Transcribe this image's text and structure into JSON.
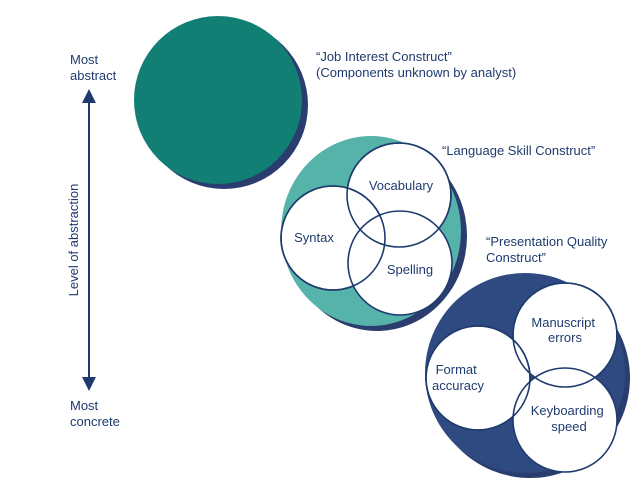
{
  "axis": {
    "top_label": [
      "Most",
      "abstract"
    ],
    "bottom_label": [
      "Most",
      "concrete"
    ],
    "axis_title": "Level of abstraction"
  },
  "constructs": [
    {
      "title_lines": [
        "“Job Interest Construct”",
        "(Components unknown by analyst)"
      ],
      "fill_color": "#127f75",
      "shadow_color": "#2a3d6e"
    },
    {
      "title_lines": [
        "“Language Skill Construct”"
      ],
      "fill_color": "#55b3aa",
      "shadow_color": "#2a3d6e",
      "components": [
        {
          "label_lines": [
            "Vocabulary"
          ]
        },
        {
          "label_lines": [
            "Syntax"
          ]
        },
        {
          "label_lines": [
            "Spelling"
          ]
        }
      ]
    },
    {
      "title_lines": [
        "“Presentation Quality",
        "Construct”"
      ],
      "fill_color": "#2f4a80",
      "shadow_color": "#2a3d6e",
      "components": [
        {
          "label_lines": [
            "Manuscript",
            "errors"
          ]
        },
        {
          "label_lines": [
            "Format",
            "accuracy"
          ]
        },
        {
          "label_lines": [
            "Keyboarding",
            "speed"
          ]
        }
      ]
    }
  ],
  "colors": {
    "text": "#1f3b6e",
    "circle_stroke": "#1f3b6e",
    "inner_fill": "#ffffff"
  }
}
